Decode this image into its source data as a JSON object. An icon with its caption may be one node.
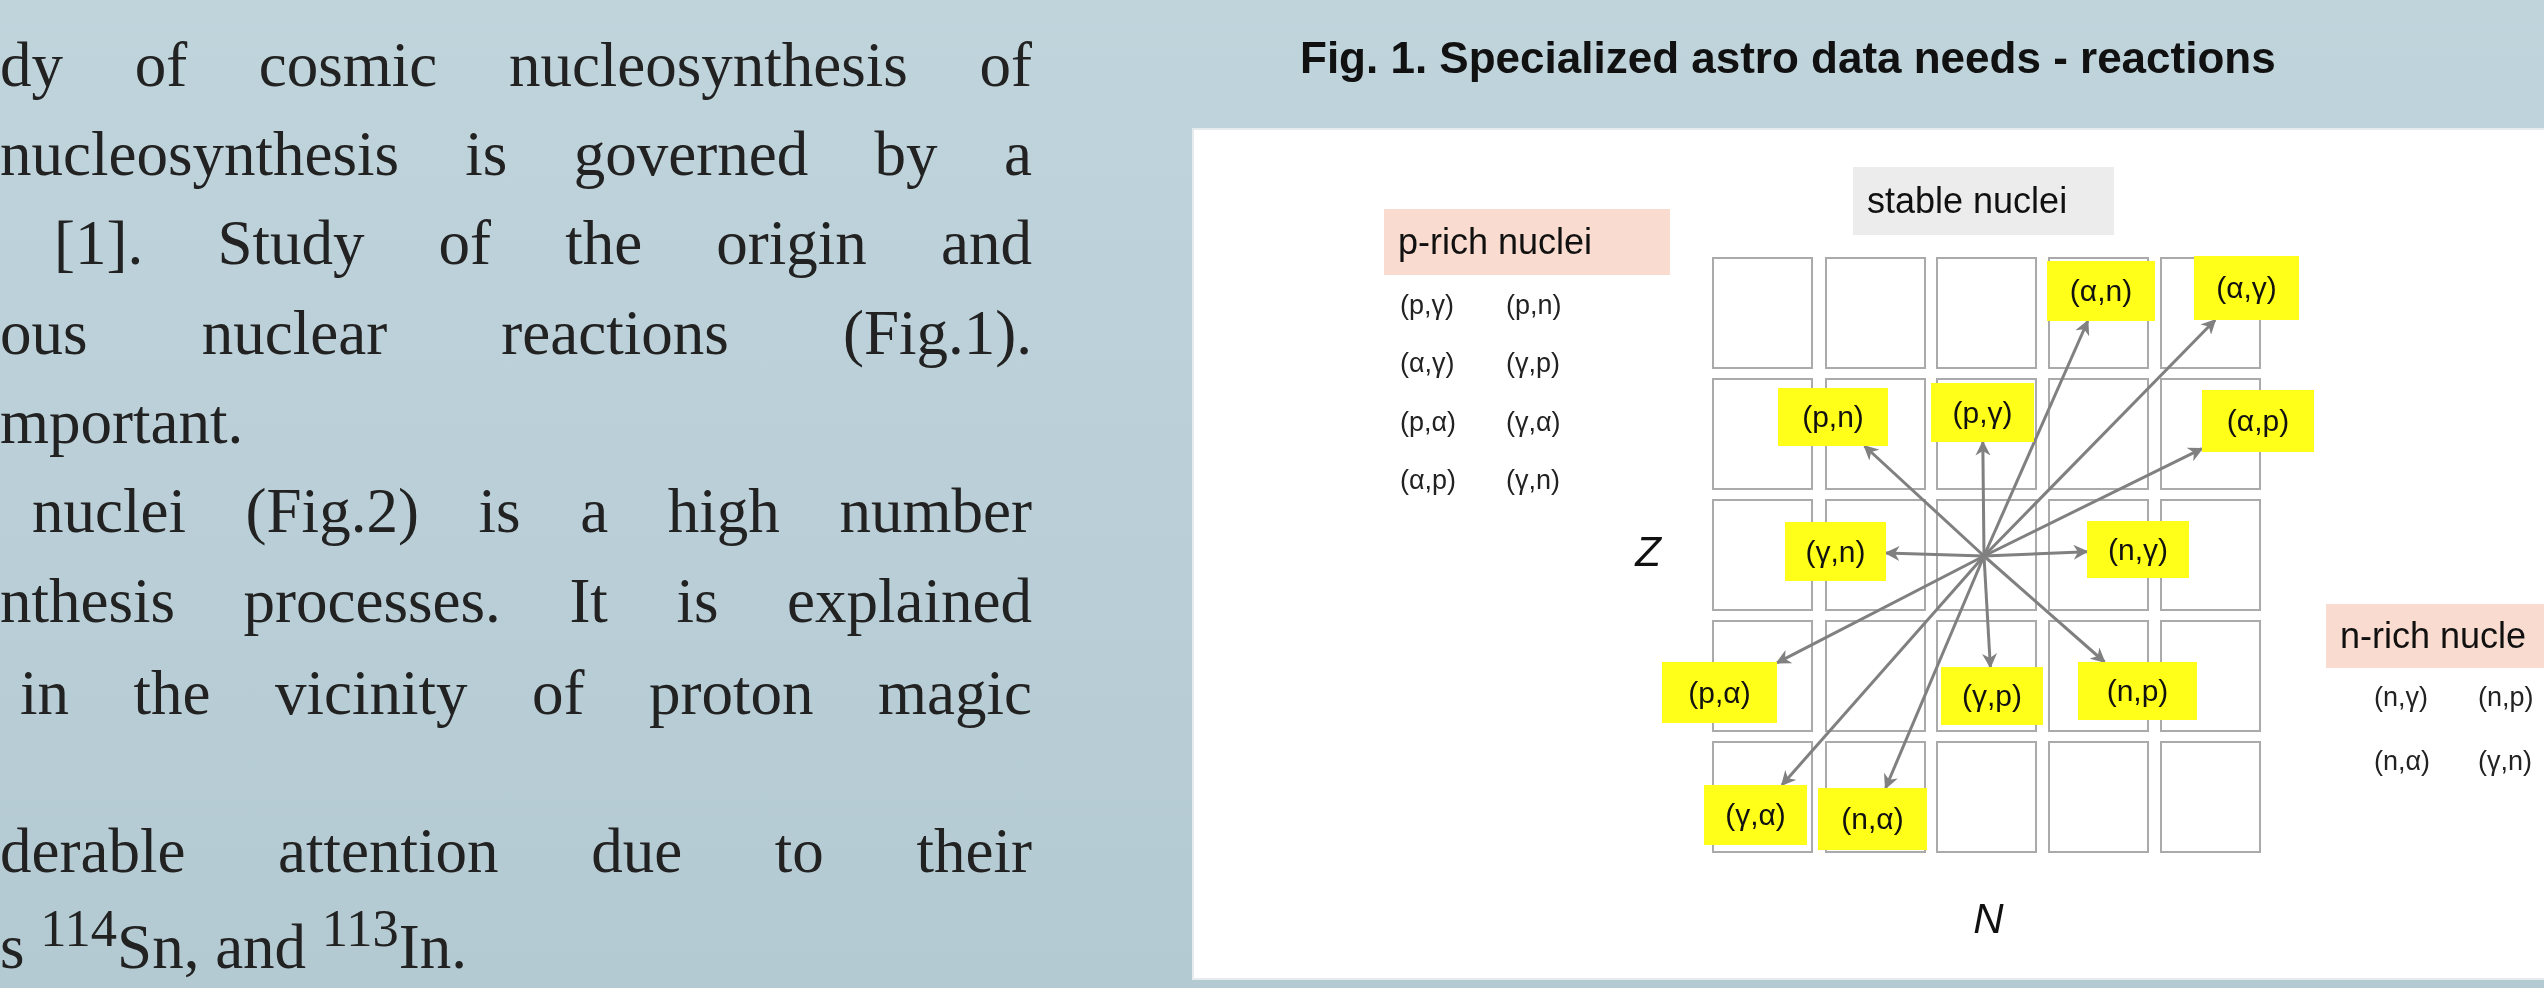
{
  "diagram": {
    "title": "Fig. 1. Specialized astro data needs - reactions",
    "nodes": [
      {
        "text": [
          "stable nuclei"
        ]
      },
      {
        "text": [
          "p-rich nuclei"
        ],
        "beside": [
          "(p,γ)",
          "(p,n)",
          "(α,γ)",
          "(γ,p)",
          "(p,α)",
          "(γ,α)",
          "(α,p)",
          "(γ,n)"
        ]
      },
      {
        "text": [
          "(α,n)"
        ]
      },
      {
        "text": [
          "(α,γ)"
        ]
      },
      {
        "text": [
          "(p,n)"
        ]
      },
      {
        "text": [
          "(p,γ)"
        ]
      },
      {
        "text": [
          "(α,p)"
        ]
      },
      {
        "text": [
          "(γ,n)"
        ]
      },
      {
        "text": [
          "(n,γ)"
        ]
      },
      {
        "text": [
          "n-rich nucle"
        ],
        "beside": [
          "(n,γ)",
          "(n,p)",
          "(n,α)",
          "(γ,n)"
        ]
      },
      {
        "text": [
          "(p,α)"
        ]
      },
      {
        "text": [
          "(γ,p)"
        ]
      },
      {
        "text": [
          "(n,p)"
        ]
      },
      {
        "text": [
          "(γ,α)"
        ]
      },
      {
        "text": [
          "(n,α)"
        ]
      }
    ],
    "edges": [
      {
        "from": null,
        "to": 2,
        "arrow": "to"
      },
      {
        "from": null,
        "to": 3,
        "arrow": "to"
      },
      {
        "from": null,
        "to": 4,
        "arrow": "to"
      },
      {
        "from": null,
        "to": 5,
        "arrow": "to"
      },
      {
        "from": null,
        "to": 6,
        "arrow": "to"
      },
      {
        "from": null,
        "to": 7,
        "arrow": "to"
      },
      {
        "from": null,
        "to": 8,
        "arrow": "to"
      },
      {
        "from": null,
        "to": 10,
        "arrow": "to"
      },
      {
        "from": null,
        "to": 11,
        "arrow": "to"
      },
      {
        "from": null,
        "to": 12,
        "arrow": "to"
      },
      {
        "from": null,
        "to": 13,
        "arrow": "to"
      },
      {
        "from": null,
        "to": 14,
        "arrow": "to"
      }
    ],
    "labels": [
      "dy of cosmic nucleosynthesis of",
      "nucleosynthesis is governed by a",
      "[1]. Study of the origin and",
      "ous nuclear reactions (Fig.1).",
      "mportant.",
      "nuclei (Fig.2) is a high number",
      "nthesis processes. It is explained",
      "in the vicinity of proton magic",
      "derable attention due to their",
      "s $^{114}$Sn, and $^{113}$In.",
      "Z",
      "N"
    ]
  }
}
